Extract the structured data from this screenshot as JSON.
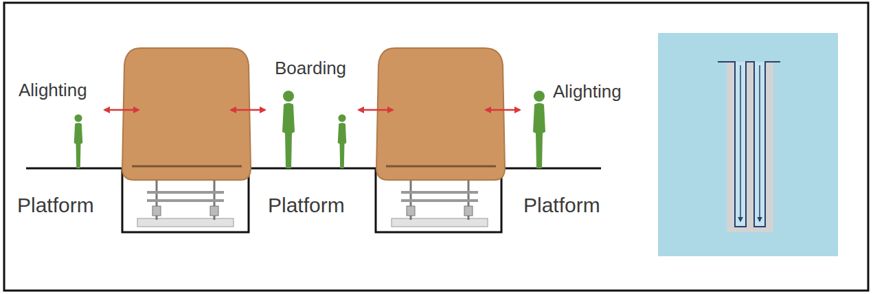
{
  "diagram": {
    "labels": [
      "Alighting",
      "Boarding",
      "Alighting",
      "Platform",
      "Platform",
      "Platform"
    ]
  }
}
